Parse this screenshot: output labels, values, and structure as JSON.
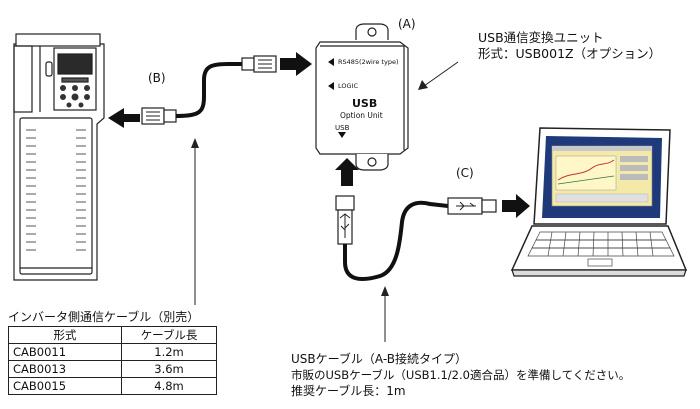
{
  "labels": {
    "a": "(A)",
    "b": "(B)",
    "c": "(C)"
  },
  "usb_unit": {
    "title_line1": "USB通信変換ユニット",
    "title_line2": "形式：USB001Z（オプション）",
    "port_rs485": "RS485(2wire type)",
    "port_logic": "LOGIC",
    "body_usb": "USB",
    "body_option": "Option Unit",
    "port_usb": "USB"
  },
  "inverter_cable": {
    "title": "インバータ側通信ケーブル（別売）",
    "headers": [
      "形式",
      "ケーブル長"
    ],
    "rows": [
      [
        "CAB0011",
        "1.2m"
      ],
      [
        "CAB0013",
        "3.6m"
      ],
      [
        "CAB0015",
        "4.8m"
      ]
    ]
  },
  "usb_cable": {
    "line1": "USBケーブル（A-B接続タイプ）",
    "line2": "市販のUSBケーブル（USB1.1/2.0適合品）を準備してください。",
    "line3": "推奨ケーブル長：1m"
  }
}
